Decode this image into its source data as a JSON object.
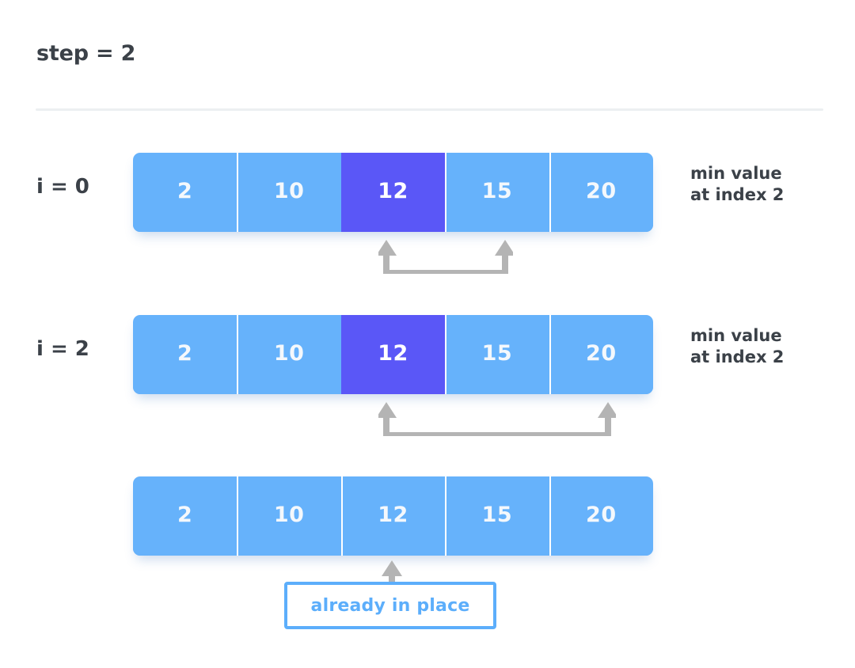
{
  "header": {
    "step_label": "step = 2"
  },
  "colors": {
    "cell": "#66b2fb",
    "cell_base": "#72aaee",
    "highlight": "#5a57f7",
    "text_dark": "#3b4148",
    "arrow": "#b4b4b4",
    "callout_blue": "#5caefb",
    "divider": "#eceff1",
    "background": "#ffffff"
  },
  "rows": [
    {
      "label": "i = 0",
      "values": [
        "2",
        "10",
        "12",
        "15",
        "20"
      ],
      "highlight_index": 2,
      "note": "min value\nat index 2",
      "connector": {
        "from_index": 3,
        "to_index": 2
      }
    },
    {
      "label": "i = 2",
      "values": [
        "2",
        "10",
        "12",
        "15",
        "20"
      ],
      "highlight_index": 2,
      "note": "min value\nat index 2",
      "connector": {
        "from_index": 4,
        "to_index": 2
      }
    },
    {
      "label": "",
      "values": [
        "2",
        "10",
        "12",
        "15",
        "20"
      ],
      "highlight_index": -1,
      "note": "",
      "connector": null
    }
  ],
  "callout": {
    "text": "already in place",
    "points_at_index": 2
  }
}
